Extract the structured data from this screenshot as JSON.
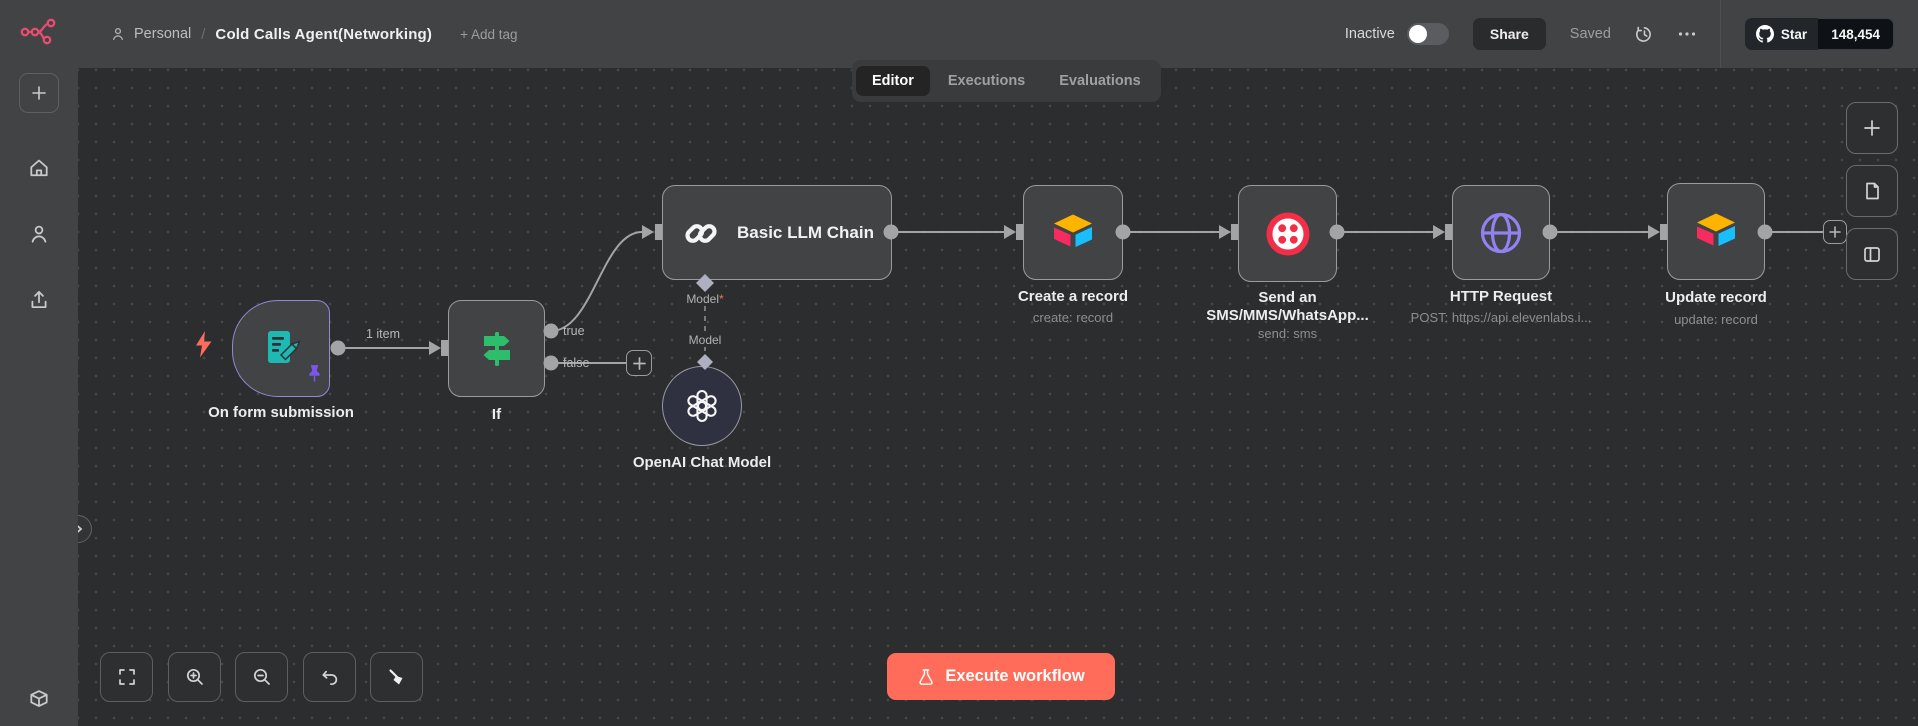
{
  "header": {
    "breadcrumb": {
      "project": "Personal",
      "title": "Cold Calls Agent(Networking)"
    },
    "add_tag": "+ Add tag",
    "tabs": [
      {
        "label": "Editor",
        "active": true
      },
      {
        "label": "Executions",
        "active": false
      },
      {
        "label": "Evaluations",
        "active": false
      }
    ],
    "activation": {
      "label": "Inactive",
      "enabled": false
    },
    "share": "Share",
    "saved": "Saved",
    "github": {
      "star": "Star",
      "count": "148,454"
    }
  },
  "sidebar": {
    "icons": [
      "plus",
      "home",
      "user",
      "upload",
      "package"
    ]
  },
  "canvas": {
    "nodes": [
      {
        "name": "on-form-submission",
        "label": "On form submission",
        "type": "trigger"
      },
      {
        "name": "if",
        "label": "If",
        "outputs": [
          "true",
          "false"
        ]
      },
      {
        "name": "basic-llm-chain",
        "label": "Basic LLM Chain"
      },
      {
        "name": "openai-chat-model",
        "label": "OpenAI Chat Model"
      },
      {
        "name": "create-record",
        "label": "Create a record",
        "subtitle": "create: record"
      },
      {
        "name": "send-sms",
        "label": "Send an SMS/MMS/WhatsApp...",
        "subtitle": "send: sms"
      },
      {
        "name": "http-request",
        "label": "HTTP Request",
        "subtitle": "POST: https://api.elevenlabs.i..."
      },
      {
        "name": "update-record",
        "label": "Update record",
        "subtitle": "update: record"
      }
    ],
    "wire_labels": {
      "item_count": "1 item",
      "true_label": "true",
      "false_label": "false"
    },
    "ports": {
      "model_label": "Model",
      "required_marker": "*",
      "model_sub": "Model"
    },
    "execute": "Execute workflow"
  },
  "colors": {
    "accent_execute": "#ff6c5a",
    "n8n_pink": "#ea4b71",
    "form_teal": "#1fb9b4",
    "if_green": "#2ebd6b",
    "http_purple": "#9182f0",
    "twilio_red": "#f22f46",
    "airtable_yellow": "#fcb400",
    "airtable_pink": "#f82b60",
    "airtable_blue": "#18bfff",
    "pin_purple": "#7a57e8",
    "node_border": "#9a9b9e",
    "canvas_bg": "#2b2d2e",
    "panel_bg": "#414345"
  }
}
